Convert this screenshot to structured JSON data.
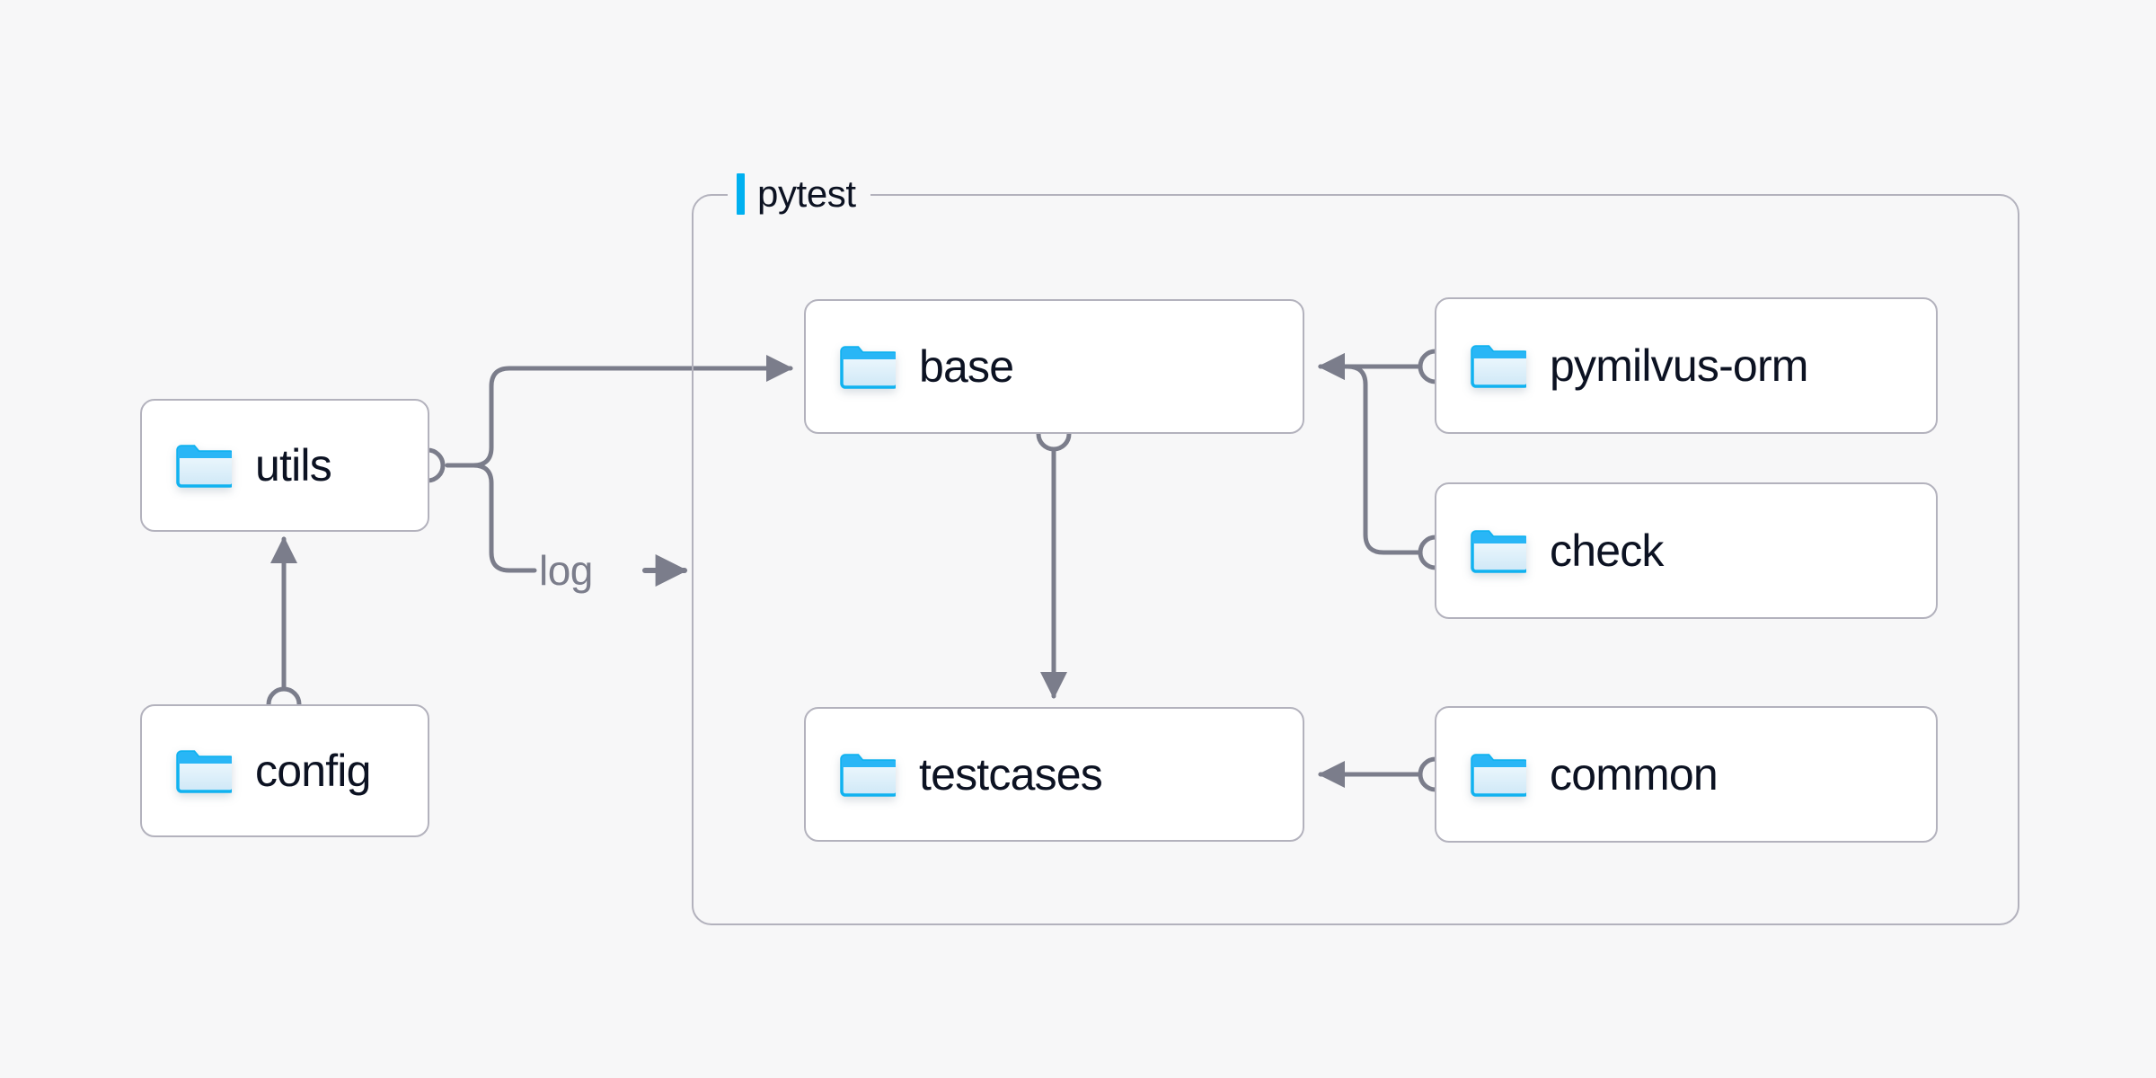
{
  "canvas": {
    "background": "#f7f7f8",
    "line_color": "#7b7d8b",
    "border_color": "#b3b2bd",
    "text_color": "#0c1222",
    "accent_color": "#00b0f0",
    "folder_stroke": "#10b2f0",
    "folder_fill": "#eaf5fd"
  },
  "group": {
    "label": "pytest",
    "accent_bar": "#00b0f0"
  },
  "nodes": [
    {
      "id": "utils",
      "label": "utils",
      "icon": "folder-icon"
    },
    {
      "id": "config",
      "label": "config",
      "icon": "folder-icon"
    },
    {
      "id": "base",
      "label": "base",
      "icon": "folder-icon"
    },
    {
      "id": "testcases",
      "label": "testcases",
      "icon": "folder-icon"
    },
    {
      "id": "pymilvus-orm",
      "label": "pymilvus-orm",
      "icon": "folder-icon"
    },
    {
      "id": "check",
      "label": "check",
      "icon": "folder-icon"
    },
    {
      "id": "common",
      "label": "common",
      "icon": "folder-icon"
    }
  ],
  "edges": [
    {
      "id": "config-to-utils",
      "from": "config",
      "to": "utils",
      "label": ""
    },
    {
      "id": "utils-to-base",
      "from": "utils",
      "to": "base",
      "label": ""
    },
    {
      "id": "utils-log",
      "from": "utils",
      "to": "pytest",
      "label": "log"
    },
    {
      "id": "base-to-testcases",
      "from": "base",
      "to": "testcases",
      "label": ""
    },
    {
      "id": "pymilvus-orm-to-base",
      "from": "pymilvus-orm",
      "to": "base",
      "label": ""
    },
    {
      "id": "check-to-base",
      "from": "check",
      "to": "base",
      "label": ""
    },
    {
      "id": "common-to-testcases",
      "from": "common",
      "to": "testcases",
      "label": ""
    }
  ]
}
